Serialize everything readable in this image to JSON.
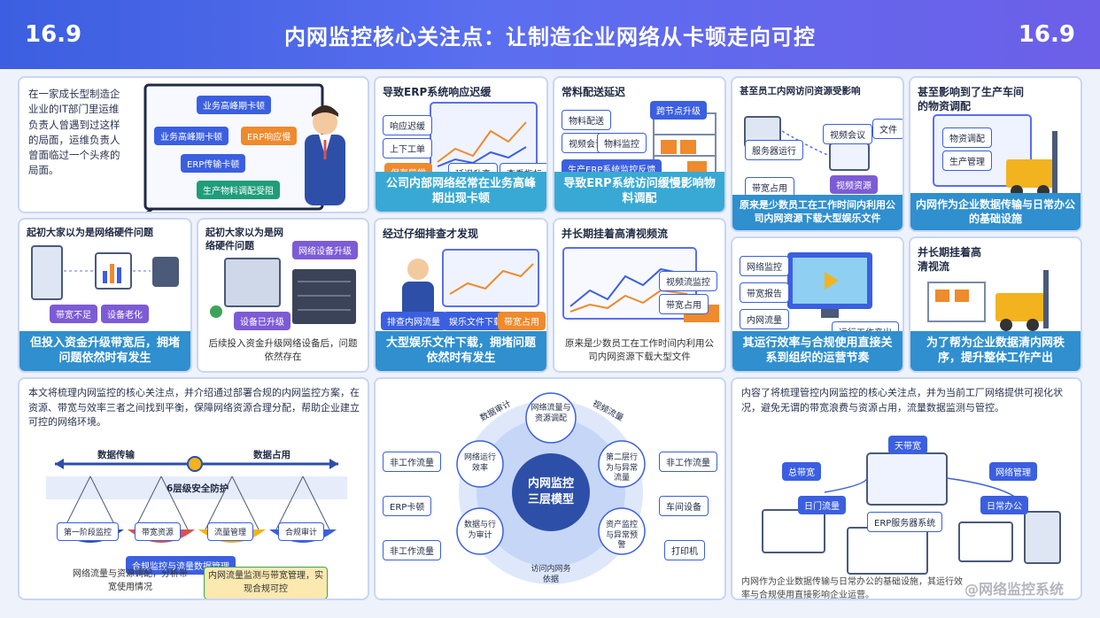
{
  "header": {
    "num_left": "16.9",
    "title": "内网监控核心关注点：让制造企业网络从卡顿走向可控",
    "num_right": "16.9"
  },
  "row1": {
    "intro": "在一家成长型制造企业业的IT部门里运维负责人曾遇到过这样的局面，运维负责人曾面临过一个头疼的局面。",
    "board_tags": [
      "业务高峰期卡顿",
      "业务高峰期卡顿",
      "ERP响应慢",
      "ERP传输卡顿",
      "生产物料调配受阻"
    ],
    "card2_title": "导致ERP系统响应迟缓",
    "card2_tags": [
      "响应迟缓",
      "上下工单",
      "保存异常",
      "延迟升高",
      "查看指标"
    ],
    "card2_caption": "公司内部网络经常在业务高峰期出现卡顿",
    "card3_title": "常料配送延迟",
    "card3_tags": [
      "物料配送",
      "视频会议",
      "物料监控",
      "跨节点升级",
      "生产ERP系统监控反馈"
    ],
    "card3_caption": "导致ERP系统访问缓慢影响物料调配",
    "card4_title": "甚至员工内网访问资源受影响",
    "card4_tags": [
      "服务器运行",
      "视频会议",
      "文件",
      "带宽占用",
      "视频资源"
    ],
    "card4_caption": "原来是少数员工在工作时间内利用公司内网资源下载大型娱乐文件",
    "card5_title": "甚至影响到了生产车间的物资调配",
    "card5_tags": [
      "物资调配",
      "生产管理"
    ],
    "card5_caption": "内网作为企业数据传输与日常办公的基础设施"
  },
  "row2": {
    "card1_title": "起初大家以为是网络硬件问题",
    "card1_tags": [
      "带宽不足",
      "设备老化"
    ],
    "card1_caption": "但投入资金升级带宽后，拥堵问题依然时有发生",
    "card2_title": "起初大家以为是网络硬件问题",
    "card2_tags": [
      "网络设备升级",
      "设备已升级"
    ],
    "card2_caption": "后续投入资金升级网络设备后，问题依然存在",
    "card3_title": "经过仔细排查才发现",
    "card3_tags": [
      "排查内网流量",
      "娱乐文件下载",
      "带宽占用"
    ],
    "card3_caption": "大型娱乐文件下载，拥堵问题依然时有发生",
    "card4_title": "并长期挂着高清视频流",
    "card4_tags": [
      "视频流监控",
      "带宽占用"
    ],
    "card4_caption": "原来是少数员工在工作时间内利用公司内网资源下载大型文件",
    "card5_tags": [
      "网络监控",
      "带宽报告",
      "内网流量",
      "运行工作产出"
    ],
    "card5_caption": "其运行效率与合规使用直接关系到组织的运营节奏",
    "card6_title": "并长期挂着高清视流",
    "card6_caption": "为了帮为企业数据清内网秩序，提升整体工作产出"
  },
  "row3": {
    "left_text": "本文将梳理内网监控的核心关注点，并介绍通过部署合规的内网监控方案，在资源、带宽与效率三者之间找到平衡，保障网络资源合理分配，帮助企业建立可控的网络环境。",
    "scale_left": "数据传输",
    "scale_right": "数据占用",
    "scale_center": "6层级安全防护",
    "pans": [
      "第一阶段监控",
      "带宽资源",
      "流量管理",
      "合规审计"
    ],
    "bar_label": "合规监控与流量数据管理",
    "box_left": "网络流量与资源调配，分析带宽使用情况",
    "box_right": "内网流量监测与带宽管理，实现合规可控",
    "center_label": "内网监控三层模型",
    "ring": [
      "网络运行效率",
      "网络流量与资源调配",
      "第二层行为与异常流量",
      "资产监控与异常预警",
      "数据与行为审计",
      "访问内网务依据"
    ],
    "outer_left": [
      "非工作流量",
      "ERP卡顿",
      "非工作流量"
    ],
    "outer_right": [
      "非工作流量",
      "车间设备",
      "打印机"
    ],
    "outer_top": [
      "数据审计",
      "视频流量"
    ],
    "right_text": "内容了将梳理管控内网监控的核心关注点，并为当前工厂网络提供可视化状况，避免无谓的带宽浪费与资源占用，流量数据监测与管控。",
    "right_tags": [
      "天带宽",
      "总带宽",
      "网络管理",
      "日门流量",
      "ERP服务器系统",
      "日常办公"
    ],
    "right_foot": "内网作为企业数据传输与日常办公的基础设施，其运行效率与合规使用直接影响企业运营。"
  },
  "watermark": "@网络监控系统"
}
